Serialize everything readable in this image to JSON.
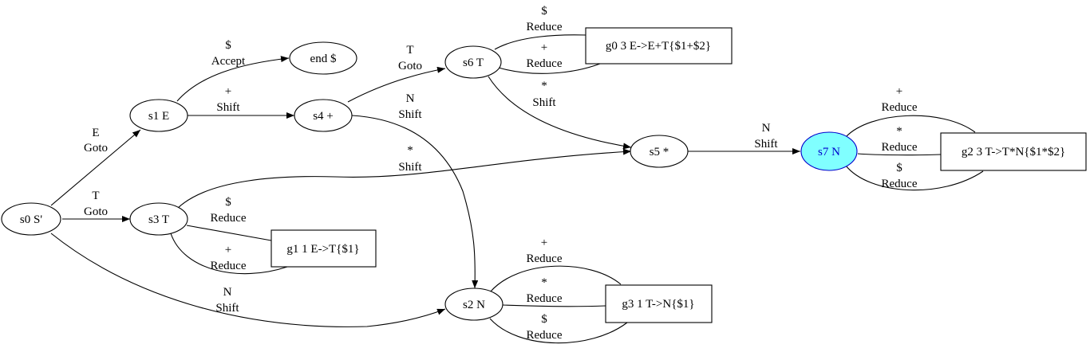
{
  "graph": {
    "highlight": {
      "fill": "#80ffff",
      "stroke": "#0000cc"
    },
    "nodes": {
      "s0": {
        "label": "s0 S'",
        "shape": "ellipse"
      },
      "s1": {
        "label": "s1 E",
        "shape": "ellipse"
      },
      "s3": {
        "label": "s3 T",
        "shape": "ellipse"
      },
      "end": {
        "label": "end $",
        "shape": "ellipse"
      },
      "s4": {
        "label": "s4 +",
        "shape": "ellipse"
      },
      "s6": {
        "label": "s6 T",
        "shape": "ellipse"
      },
      "s5": {
        "label": "s5 *",
        "shape": "ellipse"
      },
      "s2": {
        "label": "s2 N",
        "shape": "ellipse"
      },
      "s7": {
        "label": "s7 N",
        "shape": "ellipse",
        "highlighted": true
      },
      "g0": {
        "label": "g0 3 E->E+T{$1+$2}",
        "shape": "box"
      },
      "g1": {
        "label": "g1 1 E->T{$1}",
        "shape": "box"
      },
      "g2": {
        "label": "g2 3 T->T*N{$1*$2}",
        "shape": "box"
      },
      "g3": {
        "label": "g3 1 T->N{$1}",
        "shape": "box"
      }
    },
    "edges": {
      "s0_s1": {
        "symbol": "E",
        "action": "Goto"
      },
      "s0_s3": {
        "symbol": "T",
        "action": "Goto"
      },
      "s0_s2": {
        "symbol": "N",
        "action": "Shift"
      },
      "s1_end": {
        "symbol": "$",
        "action": "Accept"
      },
      "s1_s4": {
        "symbol": "+",
        "action": "Shift"
      },
      "s3_s5": {
        "symbol": "*",
        "action": "Shift"
      },
      "s3_g1_dollar": {
        "symbol": "$",
        "action": "Reduce"
      },
      "s3_g1_plus": {
        "symbol": "+",
        "action": "Reduce"
      },
      "s4_s6": {
        "symbol": "T",
        "action": "Goto"
      },
      "s4_s2": {
        "symbol": "N",
        "action": "Shift"
      },
      "s6_g0_dollar": {
        "symbol": "$",
        "action": "Reduce"
      },
      "s6_g0_plus": {
        "symbol": "+",
        "action": "Reduce"
      },
      "s6_s5": {
        "symbol": "*",
        "action": "Shift"
      },
      "s5_s7": {
        "symbol": "N",
        "action": "Shift"
      },
      "s7_g2_plus": {
        "symbol": "+",
        "action": "Reduce"
      },
      "s7_g2_star": {
        "symbol": "*",
        "action": "Reduce"
      },
      "s7_g2_dollar": {
        "symbol": "$",
        "action": "Reduce"
      },
      "s2_g3_plus": {
        "symbol": "+",
        "action": "Reduce"
      },
      "s2_g3_star": {
        "symbol": "*",
        "action": "Reduce"
      },
      "s2_g3_dollar": {
        "symbol": "$",
        "action": "Reduce"
      }
    }
  }
}
